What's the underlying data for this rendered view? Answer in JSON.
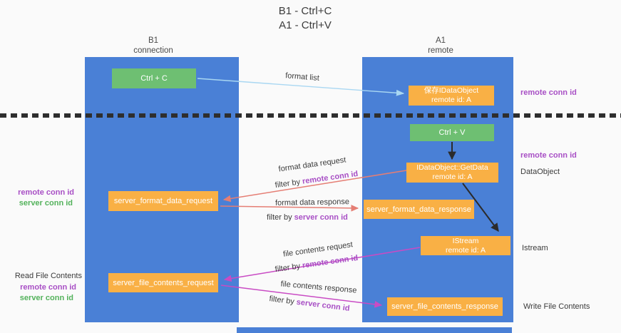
{
  "title": {
    "line1": "B1 - Ctrl+C",
    "line2": "A1 - Ctrl+V"
  },
  "columns": {
    "left": {
      "name": "B1",
      "role": "connection"
    },
    "right": {
      "name": "A1",
      "role": "remote"
    }
  },
  "nodes": {
    "ctrl_c": "Ctrl + C",
    "ctrl_v": "Ctrl + V",
    "save_idataobject": {
      "line1": "保存IDataObject",
      "line2": "remote id: A"
    },
    "getdata": {
      "line1": "IDataObject::GetData",
      "line2": "remote id: A"
    },
    "istream": {
      "line1": "IStream",
      "line2": "remote id: A"
    },
    "server_format_data_request": "server_format_data_request",
    "server_format_data_response": "server_format_data_response",
    "server_file_contents_request": "server_file_contents_request",
    "server_file_contents_response": "server_file_contents_response"
  },
  "arrow_labels": {
    "format_list": "format list",
    "format_data_request": "format data request",
    "format_data_response": "format data response",
    "file_contents_request": "file contents request",
    "file_contents_response": "file contents response",
    "filter_by": "filter by ",
    "remote_conn_id": "remote conn id",
    "server_conn_id": "server conn id"
  },
  "side_labels": {
    "remote_conn_id": "remote conn id",
    "server_conn_id": "server conn id",
    "dataobject": "DataObject",
    "istream": "Istream",
    "read_file_contents": "Read File Contents",
    "write_file_contents": "Write File Contents"
  },
  "colors": {
    "lifeline_blue": "#4a80d6",
    "box_green": "#6ebf72",
    "box_orange": "#f9b045",
    "arrow_light_blue": "#a9d7f2",
    "arrow_salmon": "#e57e74",
    "arrow_magenta": "#c94bc4",
    "arrow_black": "#2b2b2b",
    "text_purple": "#a84fc5",
    "text_green": "#53b25b"
  }
}
